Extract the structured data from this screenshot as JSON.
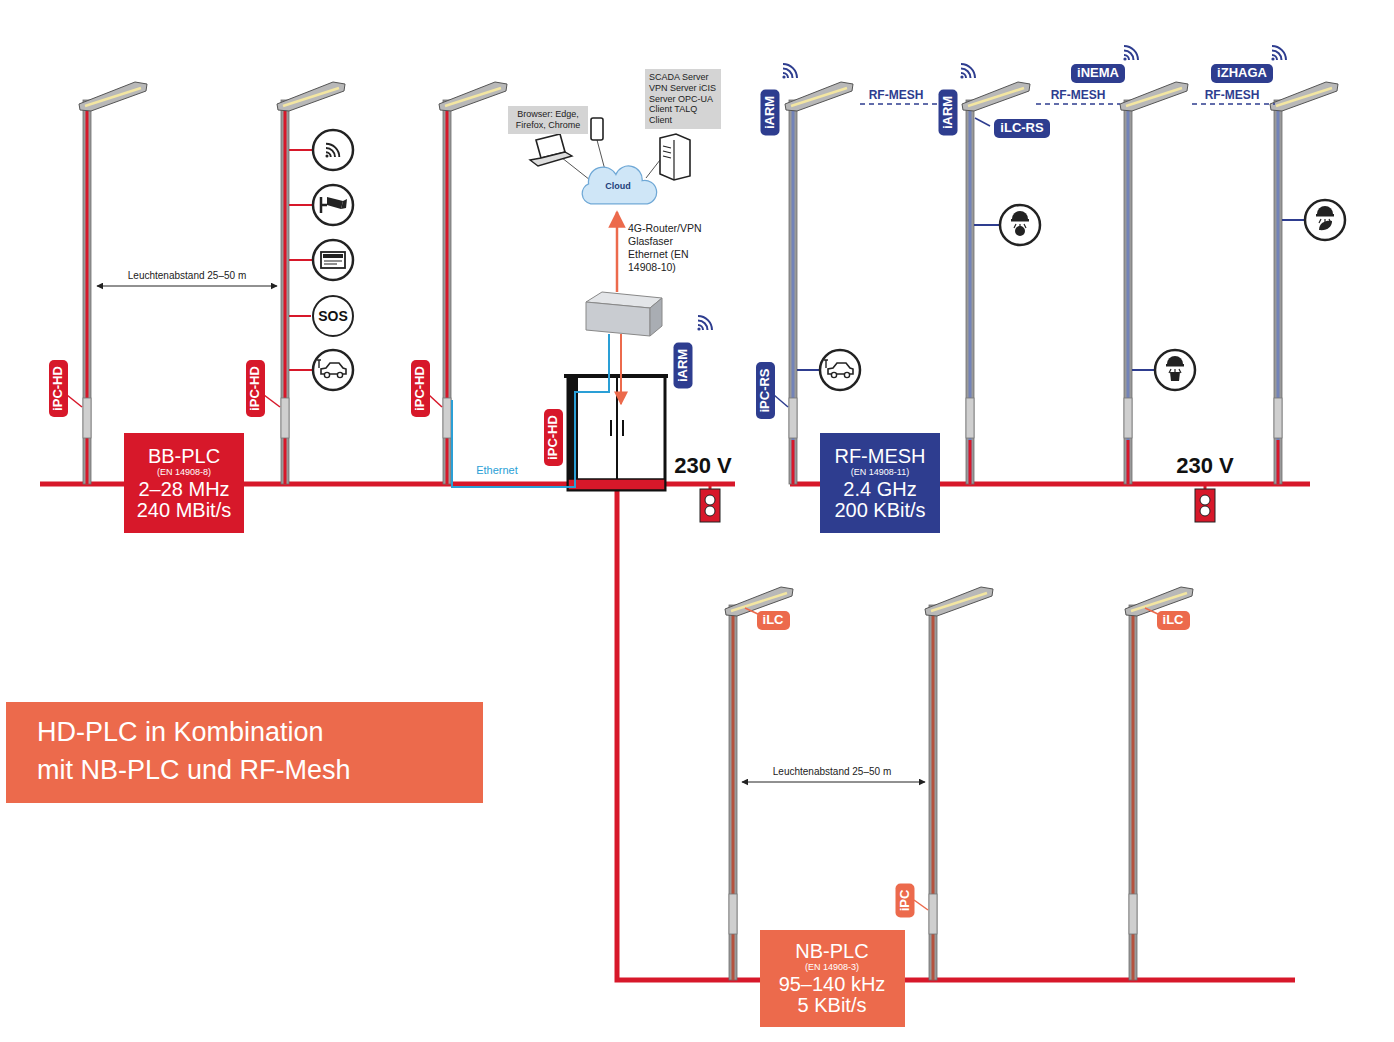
{
  "diagram": {
    "title": "HD-PLC in Kombination mit NB-PLC und RF-Mesh",
    "nodes": [
      {
        "text": [
          "Browser: Edge, Firefox, Chrome"
        ]
      },
      {
        "text": [
          "SCADA Server VPN Server iCIS Server OPC-UA Client TALQ Client"
        ]
      },
      {
        "text": [
          "Cloud"
        ]
      },
      {
        "text": [
          "iARM"
        ]
      },
      {
        "text": [
          "iARM"
        ]
      },
      {
        "text": [
          "iNEMA"
        ]
      },
      {
        "text": [
          "iZHAGA"
        ]
      },
      {
        "text": [
          "iLC-RS"
        ]
      },
      {
        "text": [
          "SOS"
        ]
      },
      {
        "text": [
          "iARM"
        ]
      },
      {
        "text": [
          "iPC-HD"
        ]
      },
      {
        "text": [
          "iPC-HD"
        ]
      },
      {
        "text": [
          "iPC-HD"
        ]
      },
      {
        "text": [
          "iPC-HD"
        ]
      },
      {
        "text": [
          "iPC-RS"
        ]
      },
      {
        "text": [
          "BB-PLC",
          "(EN 14908-8)",
          "2–28 MHz 240 MBit/s"
        ]
      },
      {
        "text": [
          "RF-MESH",
          "(EN 14908-11)",
          "2.4 GHz 200 KBit/s"
        ]
      },
      {
        "text": [
          "iLC"
        ]
      },
      {
        "text": [
          "iLC"
        ]
      },
      {
        "text": [
          "iPC"
        ]
      },
      {
        "text": [
          "NB-PLC",
          "(EN 14908-3)",
          "95–140 kHz 5 KBit/s"
        ]
      }
    ],
    "labels": [
      "RF-MESH",
      "RF-MESH",
      "RF-MESH",
      "4G-Router/VPN Glasfaser Ethernet (EN 14908-10)",
      "Leuchtenabstand 25–50 m",
      "230 V",
      "Ethernet",
      "230 V",
      "Leuchtenabstand 25–50 m"
    ]
  }
}
